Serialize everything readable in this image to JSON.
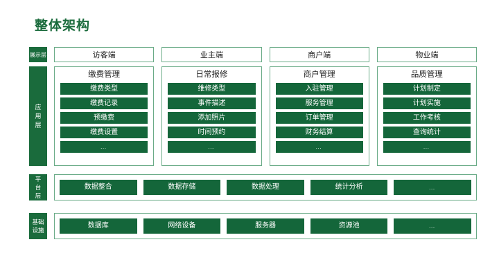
{
  "title": "整体架构",
  "theme": {
    "green_dark": "#14663a",
    "green_title": "#1a6b3c",
    "green_border": "#6aab87",
    "background": "#ffffff",
    "text_dark": "#1d1d1d",
    "text_light": "#ffffff"
  },
  "layers": {
    "presentation": {
      "tag": "展示层",
      "boxes": [
        {
          "label": "访客端"
        },
        {
          "label": "业主端"
        },
        {
          "label": "商户端"
        },
        {
          "label": "物业端"
        }
      ]
    },
    "application": {
      "tag_chars": [
        "应",
        "用",
        "层"
      ],
      "columns": [
        {
          "title": "缴费管理",
          "items": [
            "缴费类型",
            "缴费记录",
            "预缴费",
            "缴费设置",
            "…"
          ]
        },
        {
          "title": "日常报修",
          "items": [
            "维修类型",
            "事件描述",
            "添加照片",
            "时间预约",
            "…"
          ]
        },
        {
          "title": "商户管理",
          "items": [
            "入驻管理",
            "服务管理",
            "订单管理",
            "财务结算",
            "…"
          ]
        },
        {
          "title": "品质管理",
          "items": [
            "计划制定",
            "计划实施",
            "工作考核",
            "查询统计",
            "…"
          ]
        }
      ]
    },
    "platform": {
      "tag_chars": [
        "平",
        "台",
        "层"
      ],
      "items": [
        "数据整合",
        "数据存储",
        "数据处理",
        "统计分析",
        "…"
      ]
    },
    "infrastructure": {
      "tag_chars": [
        "基",
        "础",
        "设",
        "施"
      ],
      "items": [
        "数据库",
        "网络设备",
        "服务器",
        "资源池",
        "…"
      ]
    }
  }
}
